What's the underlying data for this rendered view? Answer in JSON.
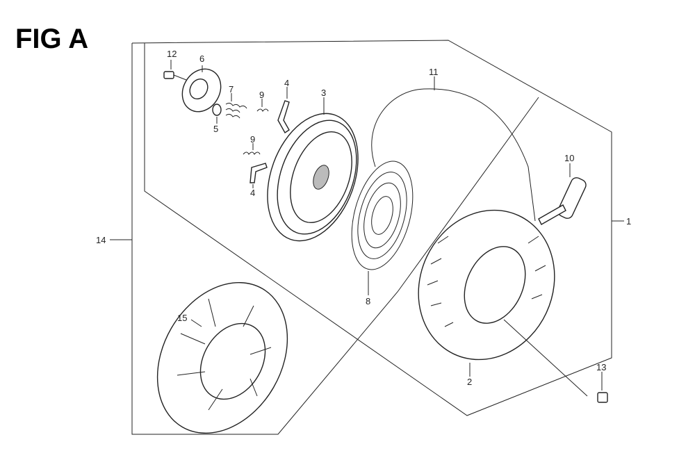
{
  "figure": {
    "title": "FIG A",
    "callouts": {
      "p12": "12",
      "p6": "6",
      "p7": "7",
      "p5": "5",
      "p9a": "9",
      "p9b": "9",
      "p4a": "4",
      "p4b": "4",
      "p3": "3",
      "p11": "11",
      "p10": "10",
      "p1": "1",
      "p14": "14",
      "p8": "8",
      "p2": "2",
      "p15": "15",
      "p13": "13"
    }
  }
}
